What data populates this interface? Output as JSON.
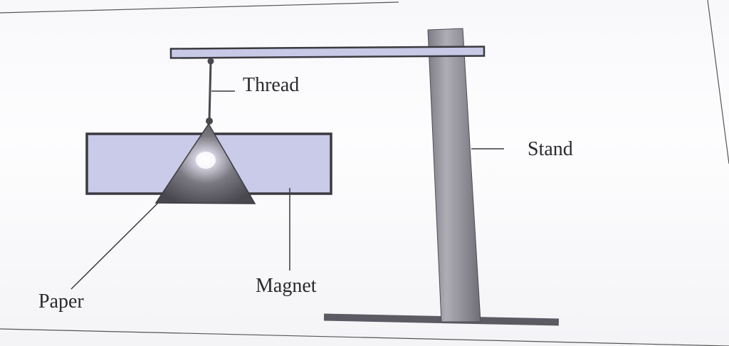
{
  "diagram": {
    "labels": {
      "thread": "Thread",
      "stand": "Stand",
      "paper": "Paper",
      "magnet": "Magnet"
    },
    "colors": {
      "magnet_fill": "#c9cbe8",
      "stand_fill": "#8f8d96",
      "paper_fill": "#5a585f",
      "outline": "#3a3a3f"
    }
  }
}
